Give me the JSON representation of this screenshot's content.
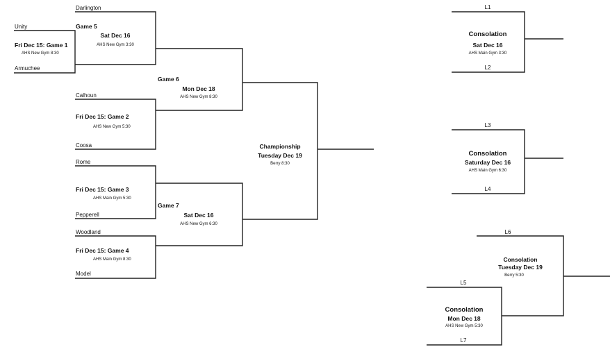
{
  "colors": {
    "line": "#222222",
    "text": "#111111",
    "background": "#ffffff"
  },
  "teams": {
    "darlington": "Darlington",
    "unity": "Unity",
    "armuchee": "Armuchee",
    "calhoun": "Calhoun",
    "coosa": "Coosa",
    "rome": "Rome",
    "pepperell": "Pepperell",
    "woodland": "Woodland",
    "model": "Model"
  },
  "games": {
    "game1": {
      "title": "Fri Dec 15: Game 1",
      "venue": "AHS New Gym 8:30"
    },
    "game2": {
      "title": "Fri Dec 15: Game 2",
      "venue": "AHS New Gym 5:30"
    },
    "game3": {
      "title": "Fri Dec 15: Game 3",
      "venue": "AHS Main Gym 5:30"
    },
    "game4": {
      "title": "Fri Dec 15: Game 4",
      "venue": "AHS Main Gym 8:30"
    },
    "game5": {
      "title": "Game 5",
      "date": "Sat Dec 16",
      "venue": "AHS New Gym 3:30"
    },
    "game6": {
      "title": "Game 6",
      "date": "Mon Dec 18",
      "venue": "AHS New Gym 8:30"
    },
    "game7": {
      "title": "Game 7",
      "date": "Sat Dec 16",
      "venue": "AHS New Gym 6:30"
    },
    "championship": {
      "title": "Championship",
      "date": "Tuesday Dec 19",
      "venue": "Berry 8:30"
    }
  },
  "consolation": {
    "c1": {
      "top": "L1",
      "bottom": "L2",
      "title": "Consolation",
      "date": "Sat Dec 16",
      "venue": "AHS Main Gym 3:30"
    },
    "c2": {
      "top": "L3",
      "bottom": "L4",
      "title": "Consolation",
      "date": "Saturday Dec 16",
      "venue": "AHS Main Gym 6:30"
    },
    "c3": {
      "top": "L5",
      "bottom": "L7",
      "title": "Consolation",
      "date": "Mon Dec 18",
      "venue": "AHS New Gym 5:30"
    },
    "c4": {
      "top": "L6",
      "title": "Consolation",
      "date": "Tuesday Dec 19",
      "venue": "Berry 5:30"
    }
  }
}
